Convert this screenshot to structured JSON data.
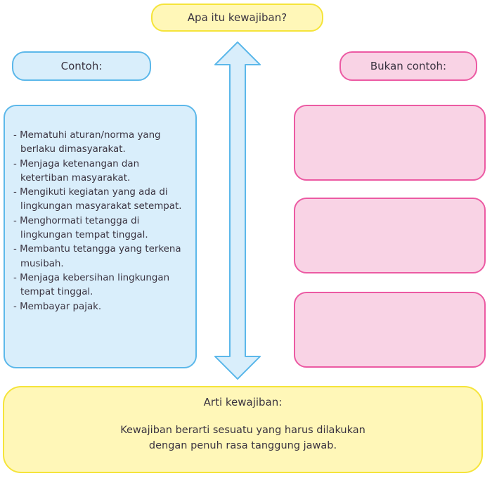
{
  "question": {
    "label": "Apa itu kewajiban?"
  },
  "examples": {
    "header": "Contoh:",
    "items": [
      "- Mematuhi aturan/norma yang berlaku dimasyarakat.",
      "- Menjaga ketenangan dan ketertiban masyarakat.",
      "- Mengikuti kegiatan yang ada di lingkungan masyarakat setempat.",
      "- Menghormati tetangga di lingkungan tempat tinggal.",
      "- Membantu tetangga yang terkena musibah.",
      "- Menjaga kebersihan lingkungan tempat tinggal.",
      "- Membayar pajak."
    ]
  },
  "non_examples": {
    "header": "Bukan contoh:",
    "boxes": [
      "",
      "",
      ""
    ]
  },
  "definition": {
    "title": "Arti kewajiban:",
    "text_line1": "Kewajiban berarti sesuatu yang harus dilakukan",
    "text_line2": "dengan penuh rasa tanggung jawab."
  },
  "colors": {
    "yellow_fill": "#fff7b8",
    "yellow_border": "#f5e43a",
    "blue_fill": "#d9eefb",
    "blue_border": "#5cb8ea",
    "pink_fill": "#f9d3e5",
    "pink_border": "#ec5aa3"
  }
}
